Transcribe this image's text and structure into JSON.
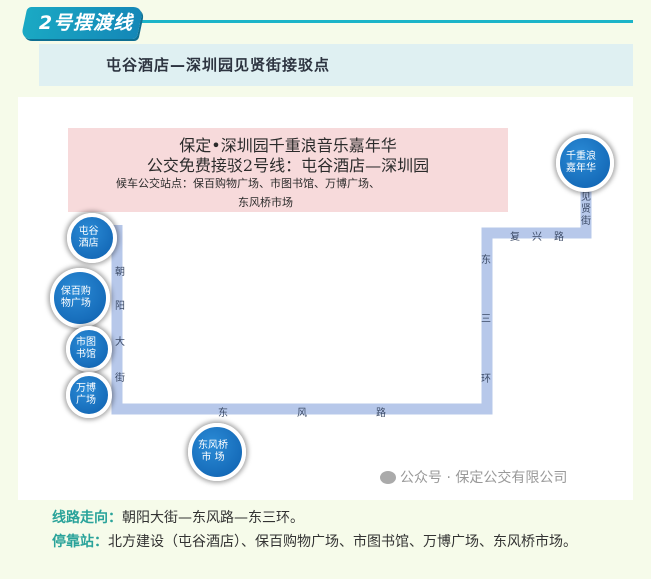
{
  "header": {
    "badge": "2号摆渡线",
    "subtitle": "屯谷酒店—深圳园见贤街接驳点"
  },
  "info_box": {
    "line1": "保定•深圳园千重浪音乐嘉年华",
    "line2": "公交免费接驳2号线：屯谷酒店—深圳园",
    "line3": "候车公交站点：保百购物广场、市图书馆、万博广场、",
    "line4": "东风桥市场"
  },
  "streets": {
    "chaoyang": [
      "朝",
      "阳",
      "大",
      "街"
    ],
    "dongfeng": [
      "东",
      "风",
      "路"
    ],
    "dongsanhuan": [
      "东",
      "三",
      "环"
    ],
    "fuxing": [
      "复",
      "兴",
      "路"
    ],
    "jianxian": [
      "见",
      "贤",
      "街"
    ]
  },
  "stops": {
    "tungu": "屯谷酒店",
    "baobai": "保百购物广场",
    "shitu": "市图书馆",
    "wanbo": "万博广场",
    "dongfengqiao": "东风桥市场",
    "qianchonglang": "千重浪嘉年华"
  },
  "stop_lines": {
    "tungu": [
      "屯谷",
      "酒店"
    ],
    "baobai": [
      "保百购",
      "物广场"
    ],
    "shitu": [
      "市图",
      "书馆"
    ],
    "wanbo": [
      "万博",
      "广场"
    ],
    "dongfengqiao": [
      "东风桥",
      "市  场"
    ],
    "qianchonglang": [
      "千重浪",
      "嘉年华"
    ]
  },
  "watermark": "公众号 · 保定公交有限公司",
  "description": {
    "route_label": "线路走向：",
    "route_text": "朝阳大街—东风路—东三环。",
    "stops_label": "停靠站：",
    "stops_text": "北方建设（屯谷酒店）、保百购物广场、市图书馆、万博广场、东风桥市场。"
  },
  "colors": {
    "route": "#b7c8ea",
    "accent": "#1bb4c8",
    "stop": "#0d5fae",
    "label": "#2aa39a"
  }
}
